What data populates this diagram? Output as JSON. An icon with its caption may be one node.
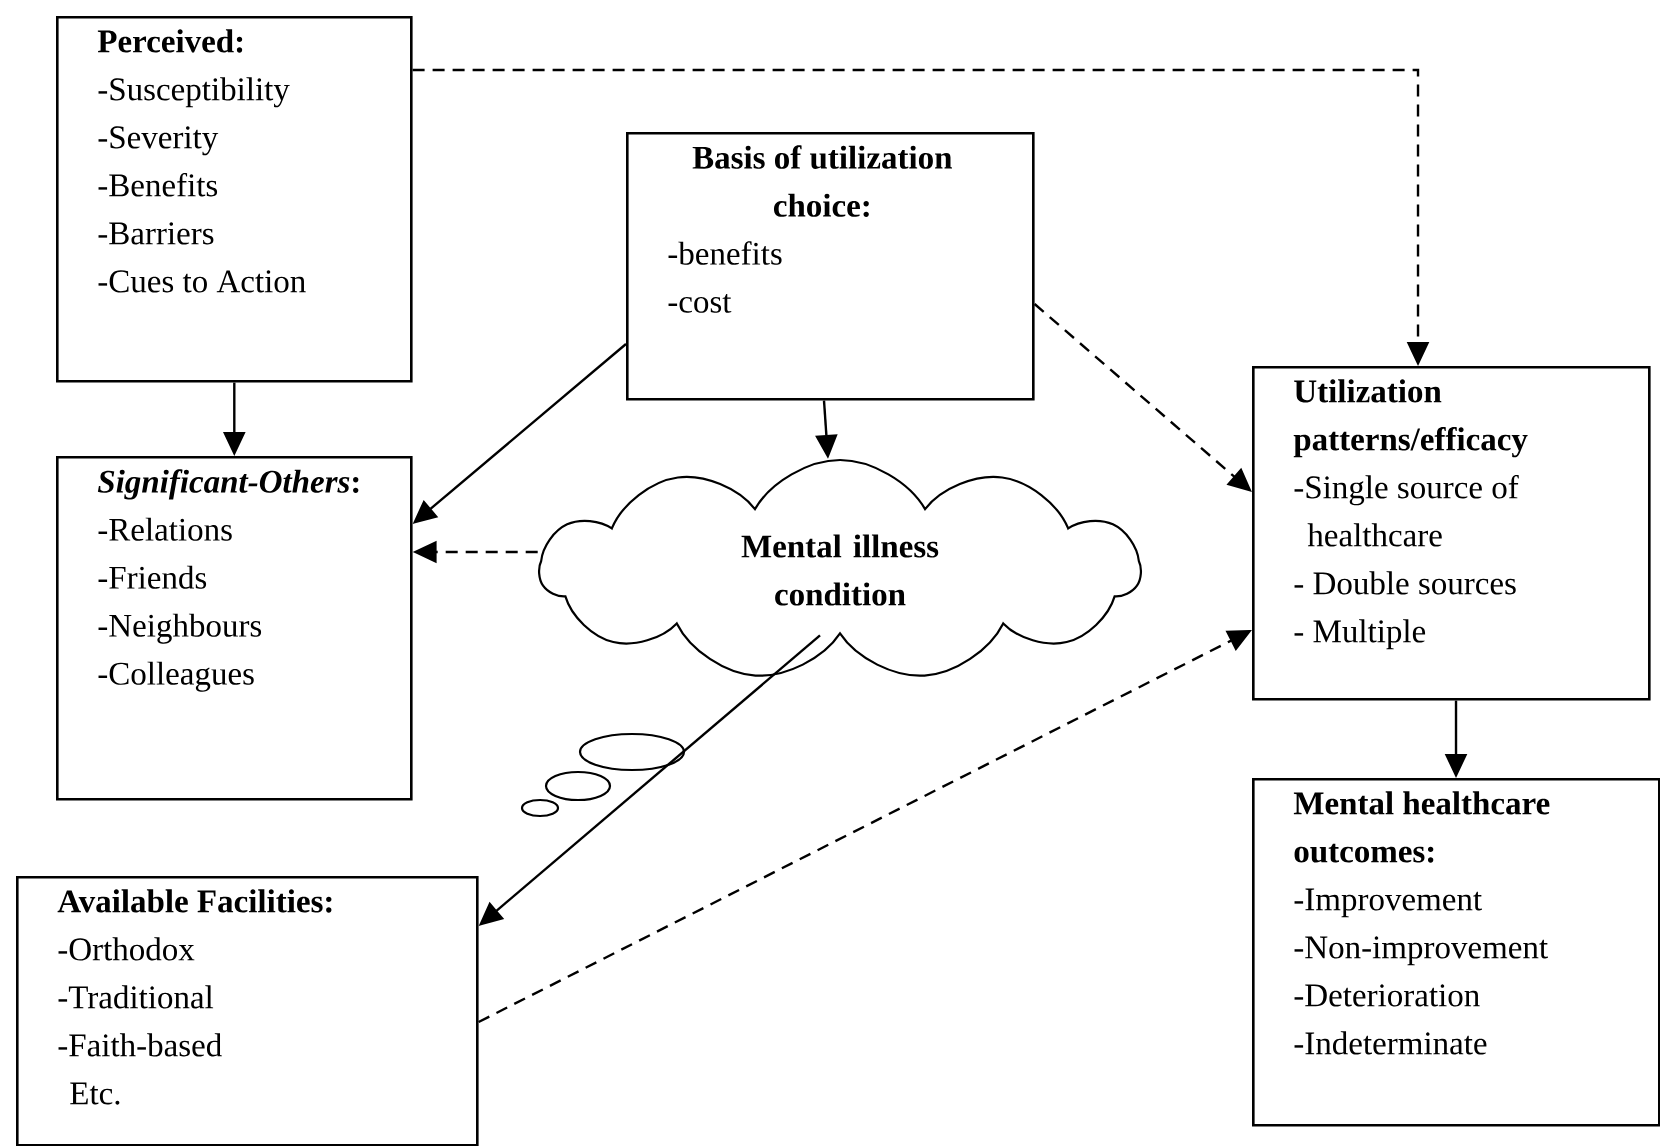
{
  "diagram": {
    "nodes": [
      {
        "text": [
          "Perceived:",
          "-Susceptibility",
          "-Severity",
          "-Benefits",
          "-Barriers",
          "-Cues to Action"
        ]
      },
      {
        "text": [
          "Basis of utilization choice:",
          "-benefits",
          "-cost"
        ]
      },
      {
        "text": [
          "*Significant-Others*:",
          "-Relations",
          "-Friends",
          "-Neighbours",
          "-Colleagues"
        ]
      },
      {
        "text": [
          "Mental illness condition"
        ]
      },
      {
        "text": [
          "Utilization patterns/efficacy",
          "-Single source of healthcare",
          "- Double sources",
          "- Multiple"
        ]
      },
      {
        "text": [
          "Available Facilities:",
          "-Orthodox",
          "-Traditional",
          "-Faith-based",
          "Etc."
        ]
      },
      {
        "text": [
          "Mental healthcare outcomes:",
          "-Improvement",
          "-Non-improvement",
          "-Deterioration",
          "-Indeterminate"
        ]
      }
    ],
    "edges": [
      {
        "from": 0,
        "to": 2,
        "arrow": "to"
      },
      {
        "from": 0,
        "to": 4,
        "arrow": "to",
        "style": "dashed"
      },
      {
        "from": 1,
        "to": 2,
        "arrow": "to"
      },
      {
        "from": 1,
        "to": 3,
        "arrow": "to"
      },
      {
        "from": 1,
        "to": 4,
        "arrow": "to",
        "style": "dashed"
      },
      {
        "from": 3,
        "to": 2,
        "arrow": "to",
        "style": "dashed"
      },
      {
        "from": 3,
        "to": 5,
        "arrow": "to"
      },
      {
        "from": 5,
        "to": 4,
        "arrow": "to",
        "style": "dashed"
      },
      {
        "from": 4,
        "to": 6,
        "arrow": "to"
      }
    ]
  }
}
